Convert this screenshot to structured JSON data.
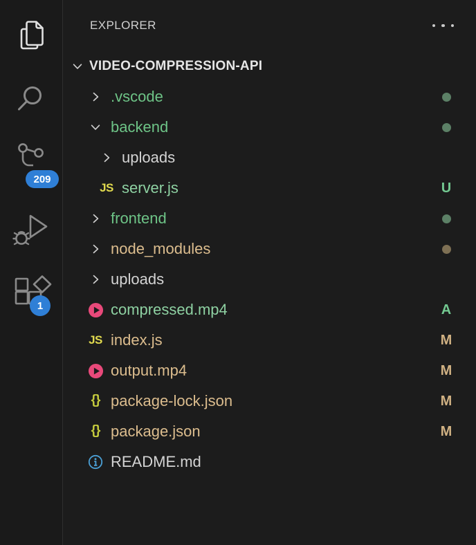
{
  "colors": {
    "accent_badge": "#2f7fd6",
    "folder_green": "#6ec487",
    "file_green": "#8ed1a2",
    "modified_tan": "#dcbd8e",
    "plain_gray": "#d4d4d4",
    "js_yellow": "#e0d94e",
    "json_yellow": "#c5cb3d",
    "video_pink": "#e8497a",
    "info_blue": "#4ba0d6",
    "dot_green": "#5c8066",
    "dot_olive": "#7e7054",
    "badge_green": "#73c991",
    "badge_tan": "#d0b183"
  },
  "activity_bar": {
    "items": [
      {
        "name": "explorer",
        "active": true,
        "badge": null
      },
      {
        "name": "search",
        "active": false,
        "badge": null
      },
      {
        "name": "source-control",
        "active": false,
        "badge": "209"
      },
      {
        "name": "run-and-debug",
        "active": false,
        "badge": null
      },
      {
        "name": "extensions",
        "active": false,
        "badge": "1"
      }
    ]
  },
  "explorer": {
    "header": "EXPLORER",
    "root_label": "VIDEO-COMPRESSION-API",
    "tree": [
      {
        "label": ".vscode",
        "level": 0,
        "lead": "chevron-right",
        "color": "folder_green",
        "badge": {
          "kind": "dot",
          "color": "dot_green"
        }
      },
      {
        "label": "backend",
        "level": 0,
        "lead": "chevron-down",
        "color": "folder_green",
        "badge": {
          "kind": "dot",
          "color": "dot_green"
        }
      },
      {
        "label": "uploads",
        "level": 1,
        "lead": "chevron-right",
        "color": "plain_gray",
        "badge": null
      },
      {
        "label": "server.js",
        "level": 1,
        "lead": "js",
        "color": "file_green",
        "badge": {
          "kind": "letter",
          "text": "U",
          "color": "badge_green"
        }
      },
      {
        "label": "frontend",
        "level": 0,
        "lead": "chevron-right",
        "color": "folder_green",
        "badge": {
          "kind": "dot",
          "color": "dot_green"
        }
      },
      {
        "label": "node_modules",
        "level": 0,
        "lead": "chevron-right",
        "color": "modified_tan",
        "badge": {
          "kind": "dot",
          "color": "dot_olive"
        }
      },
      {
        "label": "uploads",
        "level": 0,
        "lead": "chevron-right",
        "color": "plain_gray",
        "badge": null
      },
      {
        "label": "compressed.mp4",
        "level": 0,
        "lead": "video",
        "color": "file_green",
        "badge": {
          "kind": "letter",
          "text": "A",
          "color": "badge_green"
        }
      },
      {
        "label": "index.js",
        "level": 0,
        "lead": "js",
        "color": "modified_tan",
        "badge": {
          "kind": "letter",
          "text": "M",
          "color": "badge_tan"
        }
      },
      {
        "label": "output.mp4",
        "level": 0,
        "lead": "video",
        "color": "modified_tan",
        "badge": {
          "kind": "letter",
          "text": "M",
          "color": "badge_tan"
        }
      },
      {
        "label": "package-lock.json",
        "level": 0,
        "lead": "json",
        "color": "modified_tan",
        "badge": {
          "kind": "letter",
          "text": "M",
          "color": "badge_tan"
        }
      },
      {
        "label": "package.json",
        "level": 0,
        "lead": "json",
        "color": "modified_tan",
        "badge": {
          "kind": "letter",
          "text": "M",
          "color": "badge_tan"
        }
      },
      {
        "label": "README.md",
        "level": 0,
        "lead": "info",
        "color": "plain_gray",
        "badge": null
      }
    ]
  }
}
